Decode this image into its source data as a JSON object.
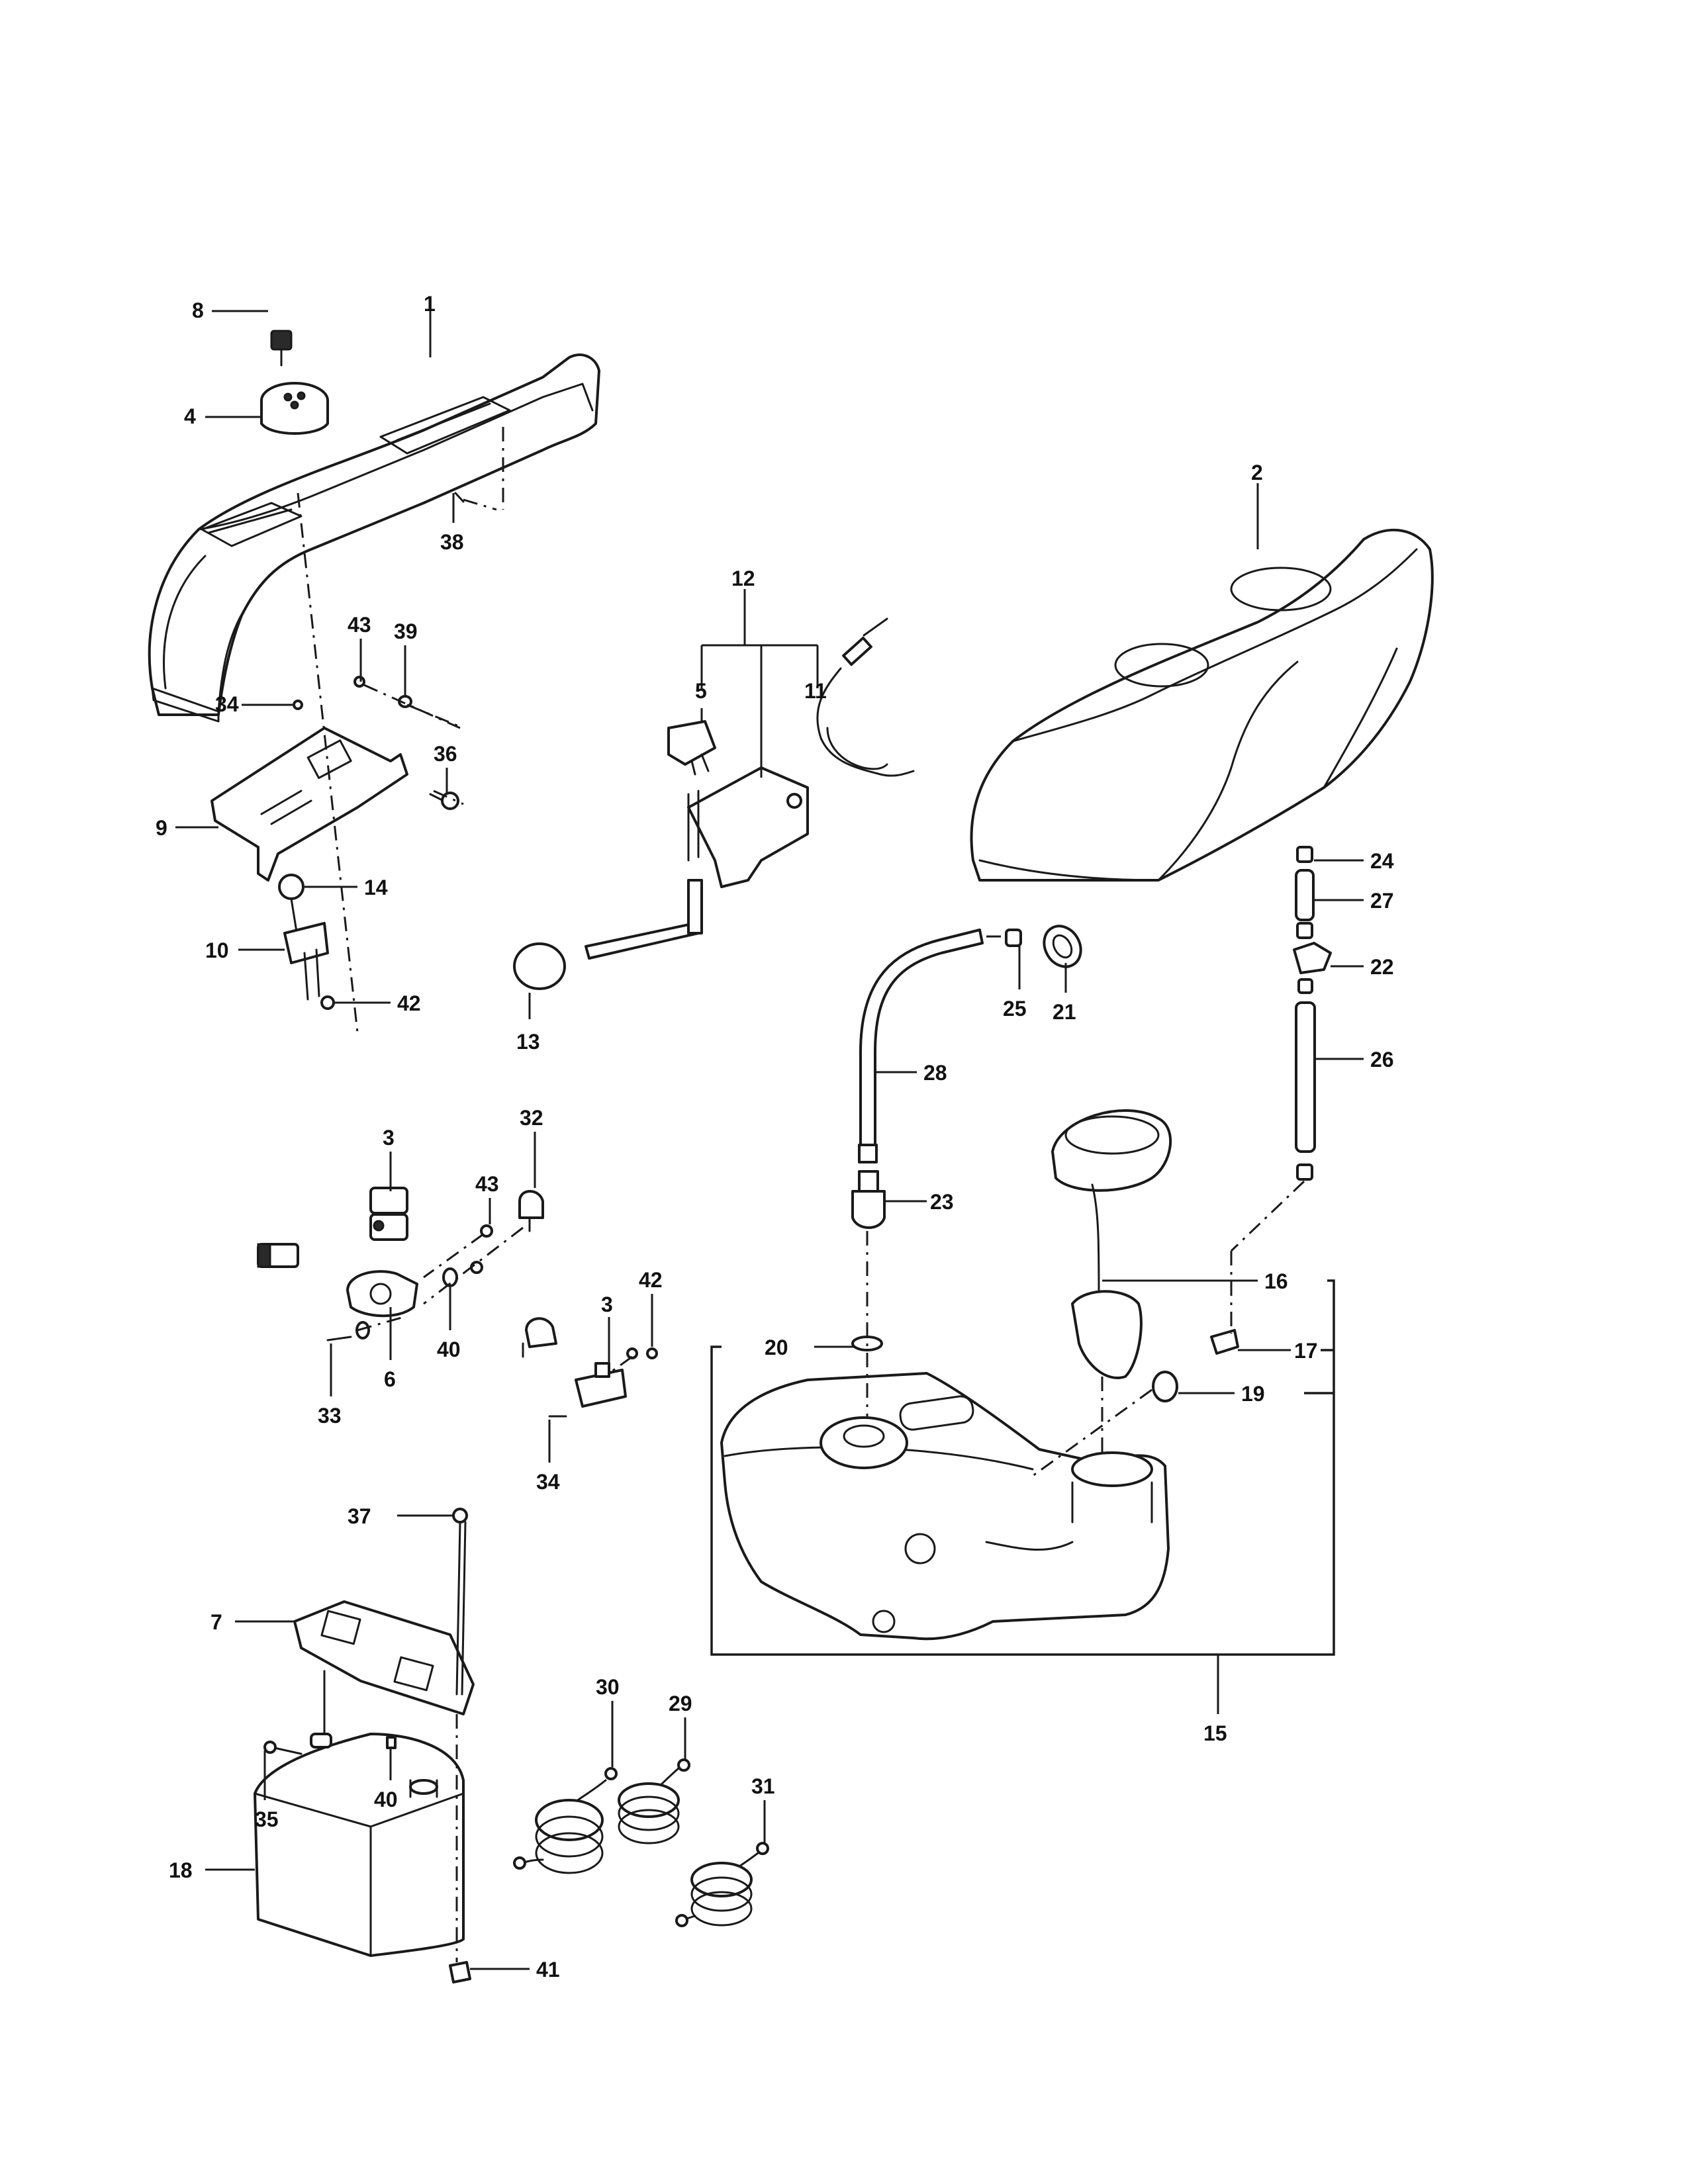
{
  "callouts": {
    "c1": "1",
    "c2": "2",
    "c3a": "3",
    "c3b": "3",
    "c4": "4",
    "c5": "5",
    "c6": "6",
    "c7": "7",
    "c8": "8",
    "c9": "9",
    "c10": "10",
    "c11": "11",
    "c12": "12",
    "c13": "13",
    "c14": "14",
    "c15": "15",
    "c16": "16",
    "c17": "17",
    "c18": "18",
    "c19": "19",
    "c20": "20",
    "c21": "21",
    "c22": "22",
    "c23": "23",
    "c24": "24",
    "c25": "25",
    "c26": "26",
    "c27": "27",
    "c28": "28",
    "c29": "29",
    "c30": "30",
    "c31": "31",
    "c32": "32",
    "c33": "33",
    "c34a": "34",
    "c34b": "34",
    "c35": "35",
    "c36": "36",
    "c37": "37",
    "c38": "38",
    "c39": "39",
    "c40a": "40",
    "c40b": "40",
    "c41": "41",
    "c42a": "42",
    "c42b": "42",
    "c43a": "43",
    "c43b": "43"
  },
  "colors": {
    "ink": "#1a1a1a",
    "paper": "#ffffff"
  }
}
